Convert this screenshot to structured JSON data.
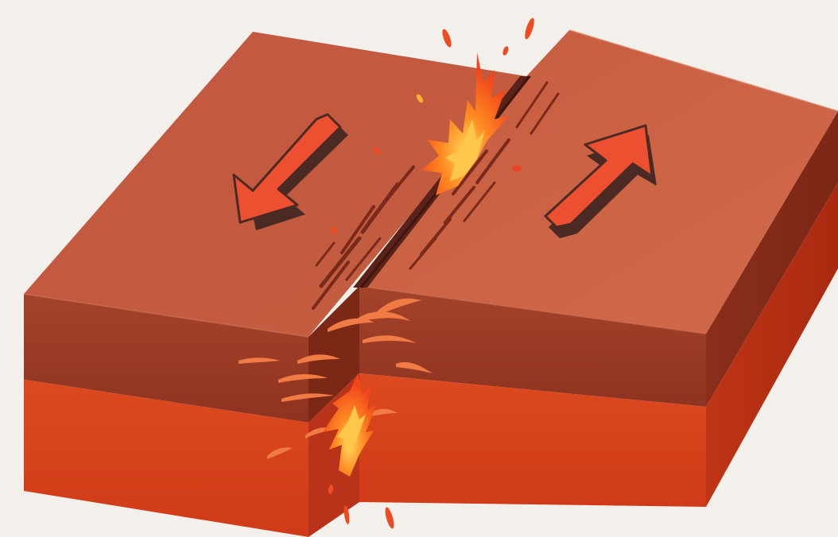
{
  "diagram": {
    "type": "transform-fault-block-diagram",
    "blocks": [
      {
        "id": "left-plate",
        "motion": "down-left"
      },
      {
        "id": "right-plate",
        "motion": "up-right"
      }
    ],
    "layers": [
      "upper-crust",
      "lower-crust"
    ],
    "features": [
      "fault-line",
      "friction-spark",
      "crack-streaks",
      "debris-fragments",
      "escaping-heat-flame"
    ]
  },
  "colors": {
    "background": "#f3f0eb",
    "top_face": "#c55a3e",
    "upper_layer": "#9c3a24",
    "lower_layer": "#d5421c",
    "arrow_fill": "#ec5030",
    "arrow_edge": "#4b2a24",
    "spark": "#ff6a1a",
    "spark_core": "#ffc04a"
  }
}
